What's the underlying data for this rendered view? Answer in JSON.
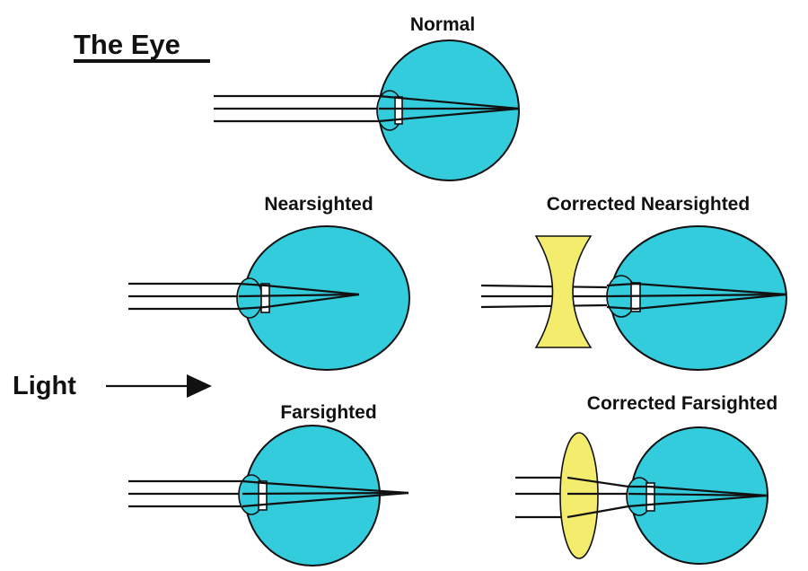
{
  "title": "The Eye",
  "light_label": "Light",
  "colors": {
    "eye": "#33ccdd",
    "lens_glass": "#f4ec6c",
    "ink": "#111111",
    "background": "#ffffff"
  },
  "panels": {
    "normal": {
      "label": "Normal"
    },
    "nearsighted": {
      "label": "Nearsighted"
    },
    "corrected_nearsighted": {
      "label": "Corrected Nearsighted",
      "lens_type": "concave"
    },
    "farsighted": {
      "label": "Farsighted"
    },
    "corrected_farsighted": {
      "label": "Corrected Farsighted",
      "lens_type": "convex"
    }
  }
}
